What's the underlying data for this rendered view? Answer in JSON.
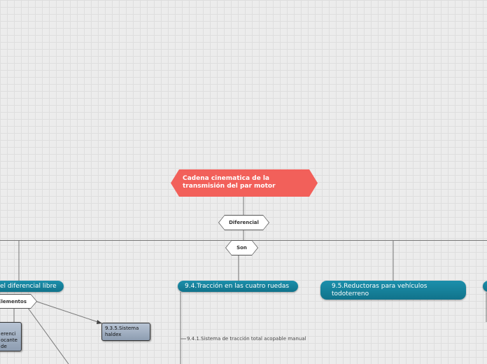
{
  "root": {
    "title": "Cadena cinematica de la transmisión del par motor"
  },
  "connectors": {
    "diferencial": "Diferencial",
    "son": "Son",
    "elementos": "Elementos"
  },
  "topics": {
    "left": "el diferencial libre",
    "center": "9.4.Tracción en las cuatro ruedas",
    "right": "9.5.Reductoras para vehículos todoterreno"
  },
  "subtopics": {
    "haldex": "9.3.5.Sistema haldex",
    "partial_left": "erenci\nocante\n de"
  },
  "items": {
    "tracc_manual": "9.4.1.Sistema de tracción total acopable manual"
  },
  "colors": {
    "root": "#f2605a",
    "topic": "#1b8fab",
    "subtopic": "#9aa9bc",
    "background": "#ececec"
  }
}
